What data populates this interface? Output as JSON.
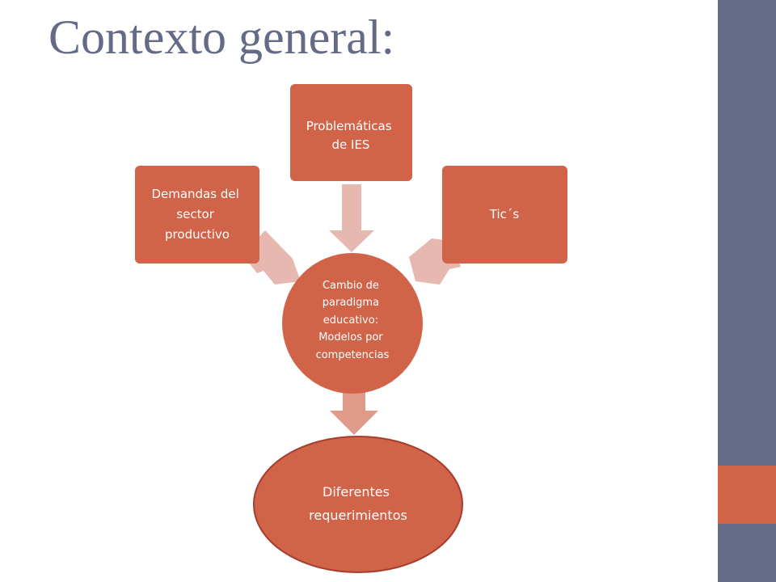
{
  "title": "Contexto general:",
  "colors": {
    "accent": "#d16349",
    "sidebar": "#646b86",
    "arrow": "#e6b8b0",
    "arrow_dark": "#e09a8a",
    "ellipse_border": "#a53e2e"
  },
  "diagram": {
    "left_box": [
      "Demandas del",
      "sector",
      "productivo"
    ],
    "top_box": [
      "Problemáticas",
      "de IES"
    ],
    "right_box": [
      "Tic´s"
    ],
    "center_circle": [
      "Cambio de",
      "paradigma",
      "educativo:",
      "Modelos por",
      "competencias"
    ],
    "bottom_ellipse": [
      "Diferentes",
      "requerimientos"
    ]
  }
}
